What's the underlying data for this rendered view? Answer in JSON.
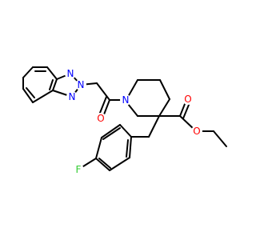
{
  "molecule": {
    "colors": {
      "carbon": "#000000",
      "nitrogen": "#0000ff",
      "oxygen": "#ff0000",
      "fluorine": "#33cc33"
    },
    "atom_labels": {
      "n_triazole_1": "N",
      "n_triazole_2": "N",
      "n_triazole_3": "N",
      "n_piperidine": "N",
      "o_amide": "O",
      "o_ester_carbonyl": "O",
      "o_ester_ether": "O",
      "f_aryl": "F"
    }
  }
}
